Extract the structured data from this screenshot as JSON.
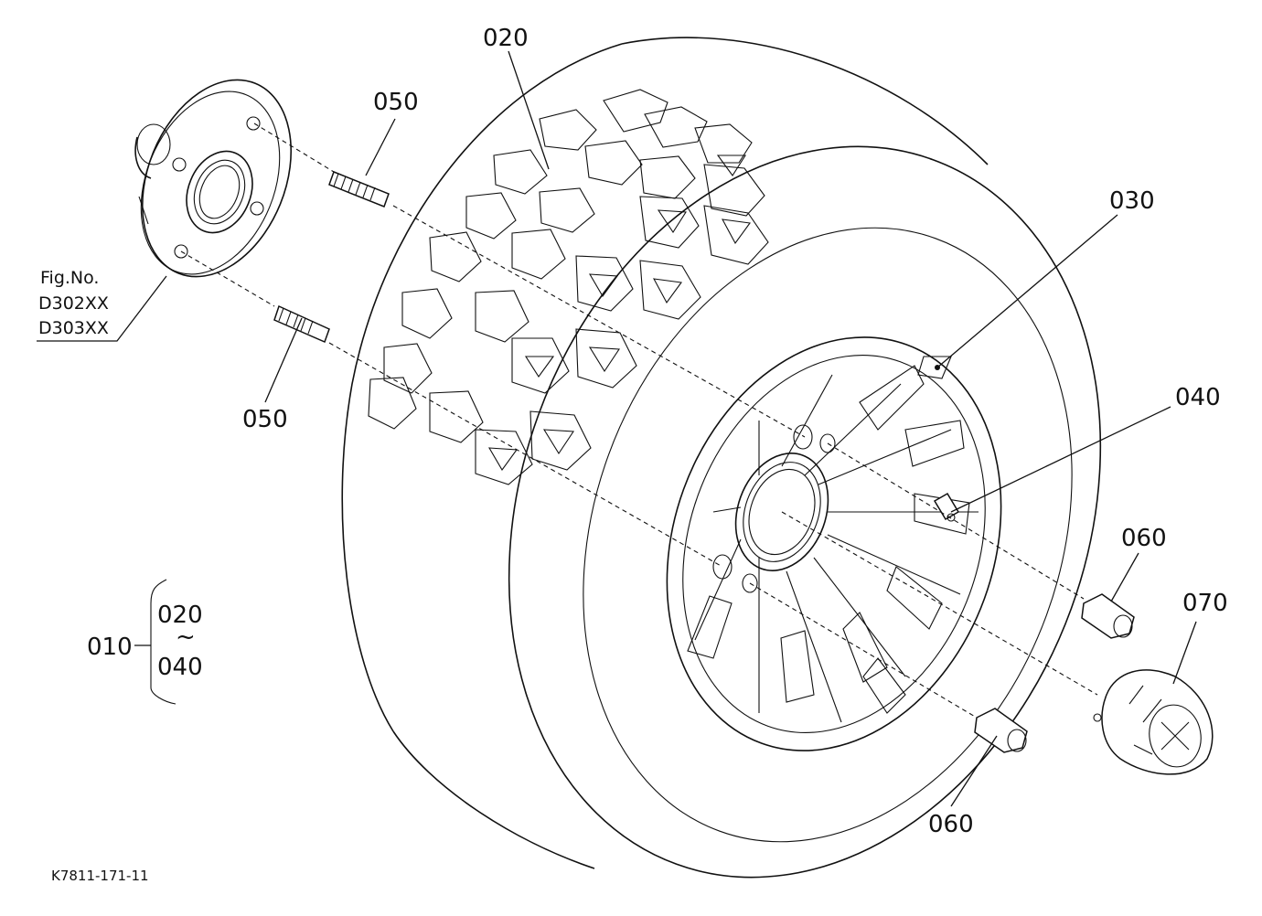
{
  "callouts": {
    "c020": "020",
    "c050_top": "050",
    "c050_bottom": "050",
    "c030": "030",
    "c040": "040",
    "c060_right": "060",
    "c060_bottom": "060",
    "c070": "070"
  },
  "fig_ref": {
    "line1": "Fig.No.",
    "line2": "D302XX",
    "line3": "D303XX"
  },
  "assembly": {
    "parent": "010",
    "range_start": "020",
    "range_tilde": "~",
    "range_end": "040"
  },
  "drawing_id": "K7811-171-11"
}
